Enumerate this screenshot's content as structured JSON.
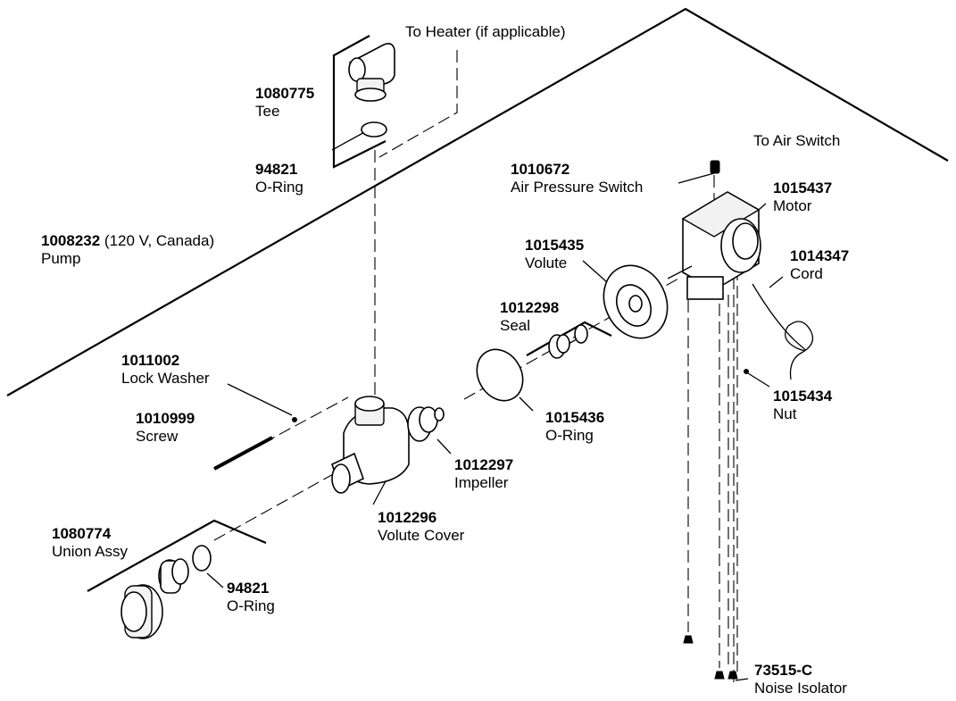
{
  "colors": {
    "line": "#000000",
    "background": "#ffffff"
  },
  "labels": {
    "to_heater": "To Heater (if applicable)",
    "tee": {
      "part": "1080775",
      "name": "Tee"
    },
    "oring_top": {
      "part": "94821",
      "name": "O-Ring"
    },
    "pump": {
      "part": "1008232",
      "note": "(120 V, Canada)",
      "name": "Pump"
    },
    "to_air_switch": "To Air Switch",
    "air_pressure_switch": {
      "part": "1010672",
      "name": "Air Pressure Switch"
    },
    "motor": {
      "part": "1015437",
      "name": "Motor"
    },
    "volute": {
      "part": "1015435",
      "name": "Volute"
    },
    "cord": {
      "part": "1014347",
      "name": "Cord"
    },
    "seal": {
      "part": "1012298",
      "name": "Seal"
    },
    "lock_washer": {
      "part": "1011002",
      "name": "Lock Washer"
    },
    "screw": {
      "part": "1010999",
      "name": "Screw"
    },
    "oring_mid": {
      "part": "1015436",
      "name": "O-Ring"
    },
    "nut": {
      "part": "1015434",
      "name": "Nut"
    },
    "impeller": {
      "part": "1012297",
      "name": "Impeller"
    },
    "volute_cover": {
      "part": "1012296",
      "name": "Volute Cover"
    },
    "union_assy": {
      "part": "1080774",
      "name": "Union Assy"
    },
    "oring_bottom": {
      "part": "94821",
      "name": "O-Ring"
    },
    "noise_isolator": {
      "part": "73515-C",
      "name": "Noise Isolator"
    }
  }
}
